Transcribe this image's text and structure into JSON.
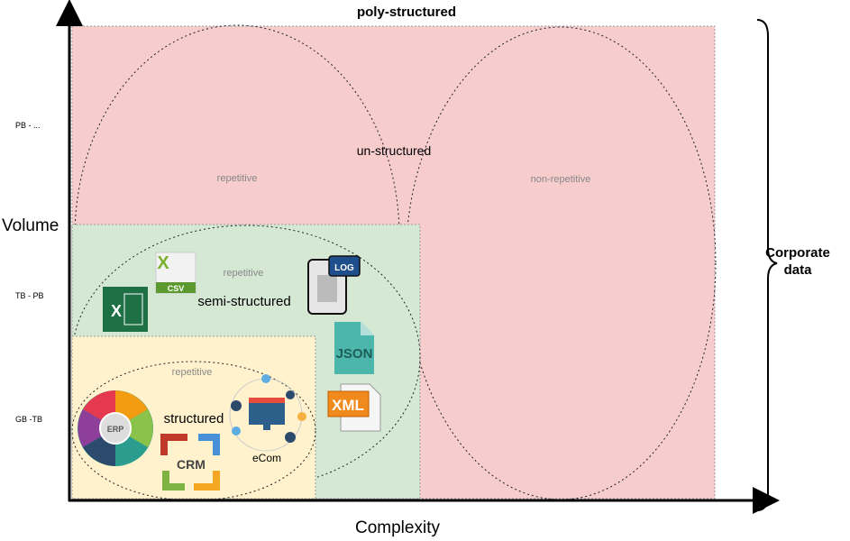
{
  "colors": {
    "unstructured": "#f6cccc",
    "semi_structured": "#d5e8d4",
    "structured": "#fff2cc",
    "label_grey": "#888888"
  },
  "labels": {
    "poly_structured": "poly-structured",
    "un_structured": "un-structured",
    "repetitive_unstructured": "repetitive",
    "non_repetitive": "non-repetitive",
    "semi_structured": "semi-structured",
    "repetitive_semi": "repetitive",
    "structured": "structured",
    "repetitive_structured": "repetitive",
    "ecom": "eCom",
    "corporate_data_1": "Corporate",
    "corporate_data_2": "data"
  },
  "axes": {
    "y_label": "Volume",
    "x_label": "Complexity",
    "y_ticks": [
      "PB - ...",
      "TB - PB",
      "GB -TB"
    ]
  },
  "icons": {
    "excel": "X",
    "csv": "CSV",
    "log": "LOG",
    "json": "JSON",
    "xml": "XML",
    "erp": "ERP",
    "crm": "CRM"
  }
}
